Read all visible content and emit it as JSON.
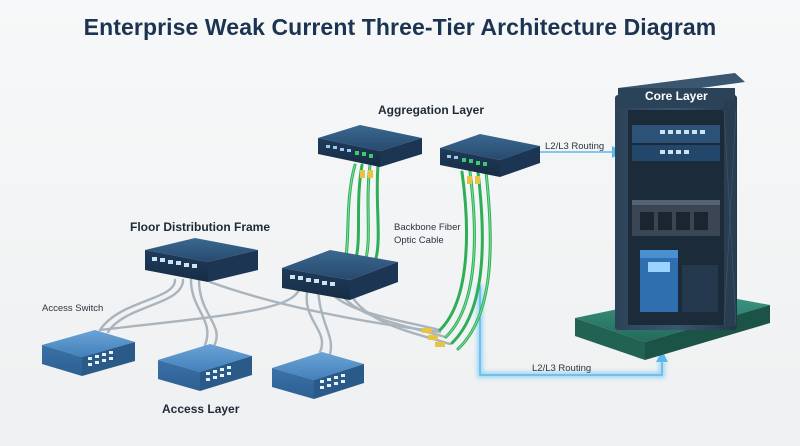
{
  "title": "Enterprise Weak Current Three-Tier Architecture Diagram",
  "labels": {
    "aggregation_layer": "Aggregation Layer",
    "core_layer": "Core Layer",
    "floor_distribution_frame": "Floor Distribution Frame",
    "access_switch": "Access Switch",
    "access_layer": "Access Layer",
    "backbone_fiber_line1": "Backbone Fiber",
    "backbone_fiber_line2": "Optic Cable",
    "routing_top": "L2/L3 Routing",
    "routing_bottom": "L2/L3 Routing"
  },
  "colors": {
    "title": "#1c3452",
    "switch_body": "#274a6e",
    "access_switch_body": "#3f7bb5",
    "fiber_green": "#3ec96a",
    "copper_grey": "#aab4bd",
    "routing_glow": "#9fd8f5",
    "rack_frame": "#24384c",
    "rack_base": "#2f7a6a"
  }
}
